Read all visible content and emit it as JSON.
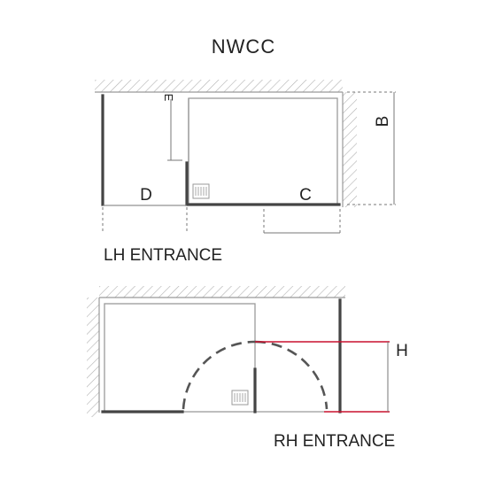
{
  "title": "NWCC",
  "top_diagram": {
    "caption": "LH ENTRANCE",
    "labels": {
      "b": "B",
      "c": "C",
      "d": "D",
      "e": "E"
    }
  },
  "bottom_diagram": {
    "caption": "RH ENTRANCE",
    "labels": {
      "h": "H"
    }
  },
  "colors": {
    "accent": "#c8102e",
    "frame": "#444444",
    "hatch": "#aaaaaa"
  }
}
